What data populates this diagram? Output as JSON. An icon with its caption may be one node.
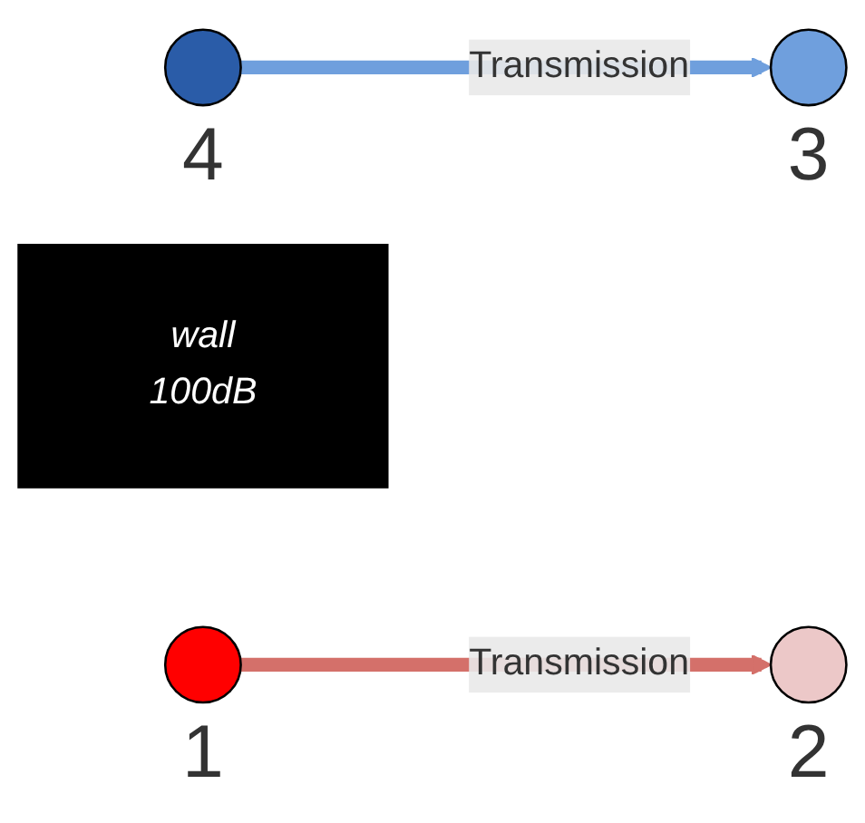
{
  "diagram": {
    "nodes": [
      {
        "text": [],
        "shape": "circle",
        "beside": [
          "4"
        ]
      },
      {
        "text": [],
        "shape": "circle",
        "beside": [
          "3"
        ]
      },
      {
        "text": [
          "wall",
          "100dB"
        ]
      },
      {
        "text": [],
        "shape": "circle",
        "beside": [
          "1"
        ]
      },
      {
        "text": [],
        "shape": "circle",
        "beside": [
          "2"
        ]
      }
    ],
    "edges": [
      {
        "from": 0,
        "to": 1,
        "arrow": "to",
        "label": "Transmission",
        "color": "#6f9fdd"
      },
      {
        "from": 3,
        "to": 4,
        "arrow": "to",
        "label": "Transmission",
        "color": "#d4706a"
      }
    ]
  }
}
